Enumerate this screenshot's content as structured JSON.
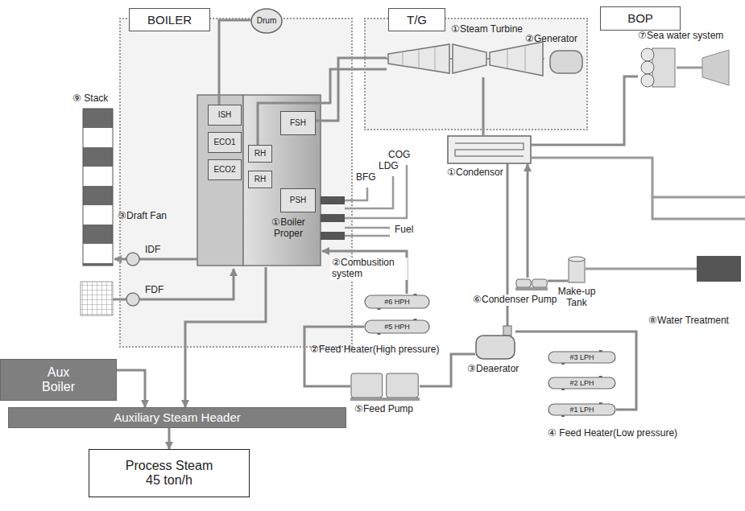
{
  "diagram": {
    "nodes": [
      {
        "text": [
          "BOILER"
        ]
      },
      {
        "text": [
          "T/G"
        ]
      },
      {
        "text": [
          "BOP"
        ]
      },
      {
        "text": [
          "Drum"
        ],
        "in": 0
      },
      {
        "text": [
          "ISH"
        ],
        "in": 0
      },
      {
        "text": [
          "ECO1"
        ],
        "in": 0
      },
      {
        "text": [
          "ECO2"
        ],
        "in": 0
      },
      {
        "text": [
          "①Boiler Proper"
        ],
        "in": 0
      },
      {
        "text": [
          "RH"
        ],
        "in": 7
      },
      {
        "text": [
          "RH"
        ],
        "in": 7
      },
      {
        "text": [
          "FSH"
        ],
        "in": 7
      },
      {
        "text": [
          "PSH"
        ],
        "in": 7
      },
      {
        "text": [
          "①Steam Turbine"
        ],
        "in": 1
      },
      {
        "text": [
          "②Generator"
        ],
        "in": 1
      },
      {
        "text": [
          "①Condensor"
        ]
      },
      {
        "text": [
          "⑦Sea water system"
        ]
      },
      {
        "text": [
          "Aux Boiler"
        ]
      },
      {
        "text": [
          "Auxiliary Steam Header"
        ]
      },
      {
        "text": [
          "Process Steam 45 ton/h"
        ]
      },
      {
        "text": [
          "#6 HPH"
        ]
      },
      {
        "text": [
          "#5 HPH"
        ]
      },
      {
        "text": [
          "③Deaerator"
        ]
      },
      {
        "text": [
          "⑤Feed Pump"
        ]
      },
      {
        "text": [
          "#3 LPH"
        ]
      },
      {
        "text": [
          "#2 LPH"
        ]
      },
      {
        "text": [
          "#1 LPH"
        ]
      },
      {
        "text": [
          "⑥Condenser Pump"
        ]
      },
      {
        "text": [
          "Make-up Tank"
        ]
      }
    ],
    "edges": [
      {
        "from": 16,
        "to": 17,
        "arrow": "to"
      },
      {
        "from": 7,
        "to": 17,
        "arrow": "to"
      },
      {
        "from": 17,
        "to": 18,
        "arrow": "to"
      },
      {
        "from": 3,
        "to": 4,
        "arrow": "none"
      },
      {
        "from": 10,
        "to": 12,
        "arrow": "none"
      },
      {
        "from": 12,
        "to": 8,
        "arrow": "none"
      },
      {
        "from": 12,
        "to": 14,
        "arrow": "none"
      },
      {
        "from": 14,
        "to": 15,
        "arrow": "none"
      },
      {
        "from": 26,
        "to": 14,
        "arrow": "to"
      },
      {
        "from": 27,
        "to": 26,
        "arrow": "none"
      },
      {
        "from": 14,
        "to": 21,
        "arrow": "none"
      },
      {
        "from": 25,
        "to": 21,
        "arrow": "none"
      },
      {
        "from": 21,
        "to": 22,
        "arrow": "none"
      },
      {
        "from": 22,
        "to": 20,
        "arrow": "none"
      },
      {
        "from": 19,
        "to": 7,
        "arrow": "to"
      }
    ],
    "labels": [
      "COG",
      "LDG",
      "BFG",
      "Fuel",
      "③Draft Fan",
      "IDF",
      "FDF",
      "⑨ Stack",
      "②Combusition system",
      "②Feed Heater(High pressure)",
      "④ Feed Heater(Low pressure)",
      "⑧Water Treatment"
    ]
  }
}
